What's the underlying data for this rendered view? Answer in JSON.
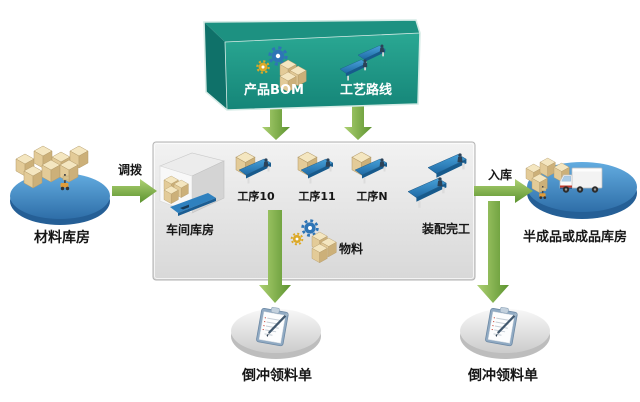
{
  "diagram": {
    "master_data_box": {
      "items": [
        {
          "label": "产品BOM",
          "icon": "gears-and-boxes"
        },
        {
          "label": "工艺路线",
          "icon": "conveyor-lines"
        }
      ]
    },
    "material_warehouse": {
      "label": "材料库房",
      "icon": "pallet-boxes-forklift"
    },
    "process_box": {
      "workshop_warehouse": "车间库房",
      "operations": [
        "工序10",
        "工序11",
        "工序N"
      ],
      "assembly": "装配完工",
      "material": "物料"
    },
    "finished_warehouse": {
      "label": "半成品或成品库房",
      "icon": "boxes-and-truck"
    },
    "backflush_left": {
      "label": "倒冲领料单",
      "icon": "clipboard-pen"
    },
    "backflush_right": {
      "label": "倒冲领料单",
      "icon": "clipboard-pen"
    },
    "arrows": {
      "transfer": "调拨",
      "inbound": "入库"
    }
  },
  "colors": {
    "teal_box": "#1d9181",
    "arrow_green_light": "#a8cd6f",
    "arrow_green_dark": "#5f9731",
    "disc_blue": "#3f86c0",
    "conveyor_blue": "#2f81bf",
    "process_box_gray": "#e9e9e9",
    "cube_tan": "#e3cb98",
    "gear_blue": "#2e75b6",
    "gear_gold": "#dca928",
    "label_text": "#161616",
    "box_label_text": "#ffffff"
  }
}
